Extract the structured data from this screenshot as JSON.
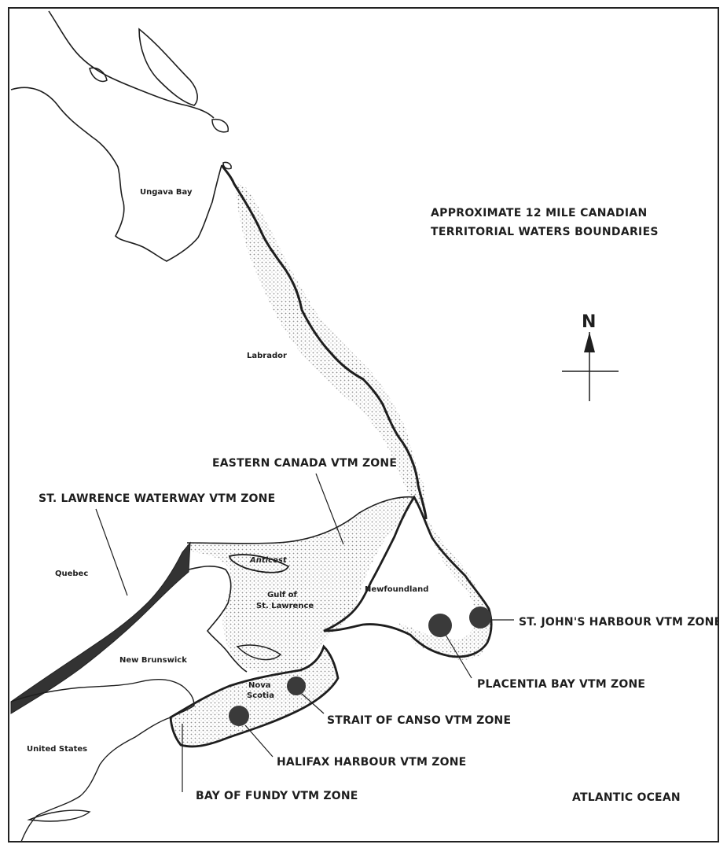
{
  "title_lines": [
    "APPROXIMATE 12 MILE CANADIAN",
    "TERRITORIAL WATERS BOUNDARIES"
  ],
  "north_label": "N",
  "places": {
    "ungava_bay": "Ungava Bay",
    "labrador": "Labrador",
    "quebec": "Quebec",
    "anticosti": "Anticost",
    "gulf_line1": "Gulf of",
    "gulf_line2": "St. Lawrence",
    "newfoundland": "Newfoundland",
    "new_brunswick": "New Brunswick",
    "nova_line1": "Nova",
    "nova_line2": "Scotia",
    "united_states": "United States",
    "atlantic_ocean": "ATLANTIC OCEAN"
  },
  "zones": {
    "eastern_canada": "EASTERN CANADA VTM ZONE",
    "st_lawrence": "ST. LAWRENCE WATERWAY VTM ZONE",
    "st_johns": "ST. JOHN'S HARBOUR VTM ZONE",
    "placentia": "PLACENTIA BAY VTM ZONE",
    "canso": "STRAIT OF CANSO VTM ZONE",
    "halifax": "HALIFAX HARBOUR VTM ZONE",
    "fundy": "BAY OF FUNDY VTM ZONE"
  },
  "colors": {
    "ink": "#1e1e1e",
    "stipple": "#9a9a9a",
    "waterway": "#333333",
    "paper": "#ffffff"
  }
}
